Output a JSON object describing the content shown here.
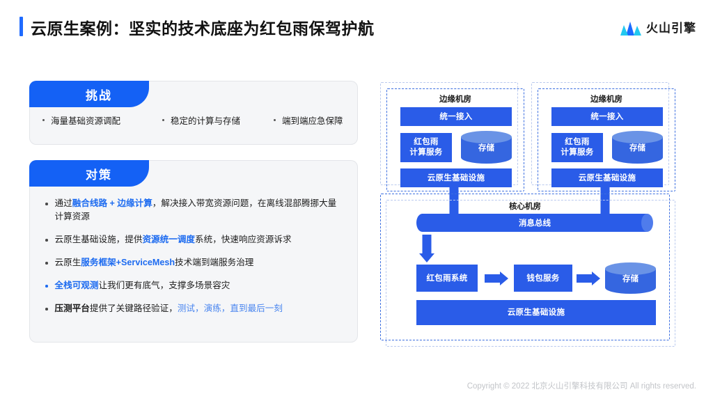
{
  "header": {
    "title": "云原生案例：坚实的技术底座为红包雨保驾护航",
    "brand_name": "火山引擎",
    "accent_color": "#1f6bff"
  },
  "challenge_card": {
    "tab_label": "挑战",
    "items": [
      "海量基础资源调配",
      "稳定的计算与存储",
      "端到端应急保障"
    ]
  },
  "strategy_card": {
    "tab_label": "对策",
    "bullets": [
      {
        "bullet_color": "dark",
        "segments": [
          {
            "text": "通过",
            "style": "normal"
          },
          {
            "text": "融合线路 + 边缘计算",
            "style": "highlight"
          },
          {
            "text": "，解决接入带宽资源问题，在离线混部腾挪大量计算资源",
            "style": "normal"
          }
        ]
      },
      {
        "bullet_color": "dark",
        "segments": [
          {
            "text": "云原生基础设施，提供",
            "style": "normal"
          },
          {
            "text": "资源统一调度",
            "style": "highlight"
          },
          {
            "text": "系统，快速响应资源诉求",
            "style": "normal"
          }
        ]
      },
      {
        "bullet_color": "dark",
        "segments": [
          {
            "text": "云原生",
            "style": "normal"
          },
          {
            "text": "服务框架+ServiceMesh",
            "style": "highlight"
          },
          {
            "text": "技术端到端服务治理",
            "style": "normal"
          }
        ]
      },
      {
        "bullet_color": "blue",
        "segments": [
          {
            "text": "全栈可观测",
            "style": "highlight"
          },
          {
            "text": "让我们更有底气，支撑多场景容灾",
            "style": "normal"
          }
        ]
      },
      {
        "bullet_color": "dark",
        "segments": [
          {
            "text": "压测平台",
            "style": "bold"
          },
          {
            "text": "提供了关键路径验证，",
            "style": "normal"
          },
          {
            "text": "测试，演练，直到最后一刻",
            "style": "soft-link"
          }
        ]
      }
    ]
  },
  "diagram": {
    "edge_rooms": [
      {
        "label": "边缘机房",
        "access": "统一接入",
        "compute": "红包雨\n计算服务",
        "compute_line1": "红包雨",
        "compute_line2": "计算服务",
        "storage": "存储",
        "infra": "云原生基础设施"
      },
      {
        "label": "边缘机房",
        "access": "统一接入",
        "compute_line1": "红包雨",
        "compute_line2": "计算服务",
        "storage": "存储",
        "infra": "云原生基础设施"
      }
    ],
    "core_room": {
      "label": "核心机房",
      "bus": "消息总线",
      "flow": [
        "红包雨系统",
        "钱包服务",
        "存储"
      ],
      "infra": "云原生基础设施"
    },
    "colors": {
      "box": "#2a5ce8",
      "cylinder_top": "#6a93e6",
      "cylinder_body": "#3566e0",
      "dash_inner": "#3c6fe0",
      "dash_outer": "#b9c9ee"
    }
  },
  "footer": {
    "copyright": "Copyright © 2022 北京火山引擎科技有限公司 All rights reserved."
  }
}
